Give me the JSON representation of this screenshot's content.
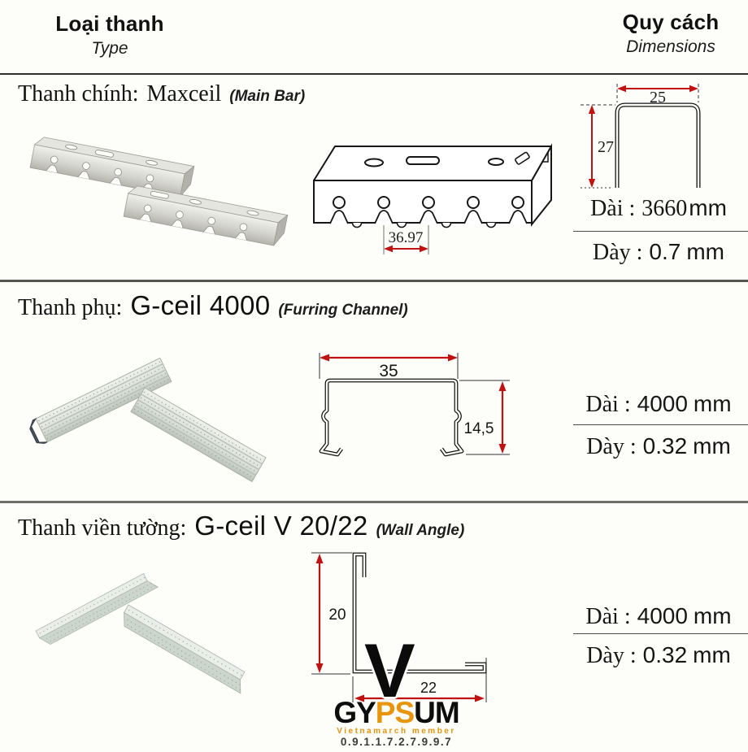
{
  "header": {
    "type_col": {
      "title": "Loại thanh",
      "subtitle": "Type"
    },
    "dim_col": {
      "title": "Quy cách",
      "subtitle": "Dimensions"
    }
  },
  "rows": [
    {
      "label": "Thanh chính:",
      "product": "Maxceil",
      "note": "(Main Bar)",
      "drawing": {
        "top_width": "25",
        "height": "27",
        "hole_pitch": "36.97"
      },
      "length": {
        "label": "Dài :",
        "value": "3660",
        "unit": "mm"
      },
      "thickness": {
        "label": "Dày :",
        "value": "0.7",
        "unit": "mm"
      }
    },
    {
      "label": "Thanh phụ:",
      "product": "G-ceil 4000",
      "note": "(Furring Channel)",
      "drawing": {
        "top_width": "35",
        "height": "14,5"
      },
      "length": {
        "label": "Dài :",
        "value": "4000",
        "unit": "mm"
      },
      "thickness": {
        "label": "Dày :",
        "value": "0.32",
        "unit": "mm"
      }
    },
    {
      "label": "Thanh viền tường:",
      "product": "G-ceil  V 20/22",
      "note": "(Wall Angle)",
      "drawing": {
        "height": "20",
        "width": "22"
      },
      "length": {
        "label": "Dài :",
        "value": "4000",
        "unit": "mm"
      },
      "thickness": {
        "label": "Dày :",
        "value": "0.32",
        "unit": "mm"
      }
    }
  ],
  "logo": {
    "v": "V",
    "gy": "GY",
    "ps": "PS",
    "um": "UM",
    "tagline": "Vietnamarch member",
    "phone": "0.9.1.1.7.2.7.9.9.7"
  },
  "colors": {
    "accent_red": "#c11212",
    "logo_orange": "#e8940c",
    "ink": "#161616"
  }
}
